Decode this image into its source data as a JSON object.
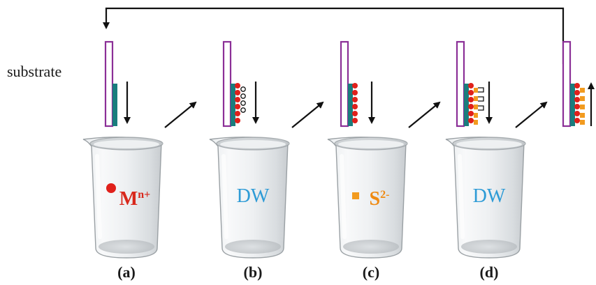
{
  "colors": {
    "substrate_outline": "#8b2f97",
    "film": "#1a7d7d",
    "cation": "#e0201b",
    "anion": "#f29b1f",
    "dw_text": "#2e9bd6",
    "arrow": "#111111"
  },
  "side_label": "substrate",
  "beakers": [
    {
      "step": "(a)",
      "main": "M",
      "sup": "n+",
      "color": "#d8281c",
      "marker": "dot"
    },
    {
      "step": "(b)",
      "main": "DW",
      "sup": "",
      "color": "#2e9bd6",
      "marker": "none"
    },
    {
      "step": "(c)",
      "main": "S",
      "sup": "2-",
      "color": "#ef8a12",
      "marker": "square"
    },
    {
      "step": "(d)",
      "main": "DW",
      "sup": "",
      "color": "#2e9bd6",
      "marker": "none"
    }
  ]
}
